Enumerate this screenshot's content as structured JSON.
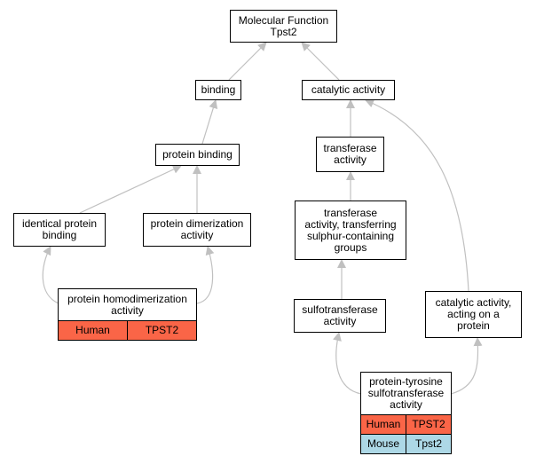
{
  "colors": {
    "edge": "#c0c0c0",
    "human": "#fa6547",
    "mouse": "#add8e6"
  },
  "nodes": {
    "root": "Molecular Function\nTpst2",
    "binding": "binding",
    "catalytic": "catalytic activity",
    "protein_binding": "protein binding",
    "transferase": "transferase\nactivity",
    "identical": "identical protein\nbinding",
    "dimerization": "protein dimerization\nactivity",
    "transferring": "transferase\nactivity, transferring\nsulphur-containing\ngroups",
    "homodimerization": "protein homodimerization\nactivity",
    "sulfotransferase": "sulfotransferase\nactivity",
    "acting": "catalytic activity,\nacting on a\nprotein",
    "tyrosine": "protein-tyrosine\nsulfotransferase\nactivity"
  },
  "annotations": {
    "homodimerization": [
      {
        "species": "Human",
        "gene": "TPST2"
      }
    ],
    "tyrosine": [
      {
        "species": "Human",
        "gene": "TPST2"
      },
      {
        "species": "Mouse",
        "gene": "Tpst2"
      }
    ]
  }
}
